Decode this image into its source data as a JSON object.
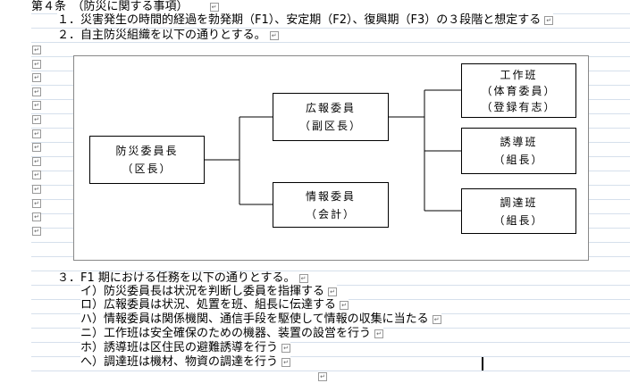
{
  "article": {
    "title": "第４条　（防災に関する事項）",
    "items": [
      "１．災害発生の時間的経過を勃発期（F1）、安定期（F2）、復興期（F3）の３段階と想定する",
      "２．自主防災組織を以下の通りとする。"
    ]
  },
  "org_chart": {
    "chief": {
      "title": "防災委員長",
      "sub": "（区長）"
    },
    "pr": {
      "title": "広報委員",
      "sub": "（副区長）"
    },
    "info": {
      "title": "情報委員",
      "sub": "（会計）"
    },
    "works": {
      "title": "工作班",
      "sub1": "（体育委員）",
      "sub2": "（登録有志）"
    },
    "guide": {
      "title": "誘導班",
      "sub": "（組長）"
    },
    "supply": {
      "title": "調達班",
      "sub": "（組長）"
    }
  },
  "section3": {
    "heading": "３．F1 期における任務を以下の通りとする。",
    "tasks": [
      "イ）防災委員長は状況を判断し委員を指揮する",
      "ロ）広報委員は状況、処置を班、組長に伝達する",
      "ハ）情報委員は関係機関、通信手段を駆使して情報の収集に当たる",
      "ニ）工作班は安全確保のための機器、装置の設営を行う",
      "ホ）誘導班は区住民の避難誘導を行う",
      "へ）調達班は機材、物資の調達を行う"
    ]
  },
  "paragraph_mark": "↵"
}
